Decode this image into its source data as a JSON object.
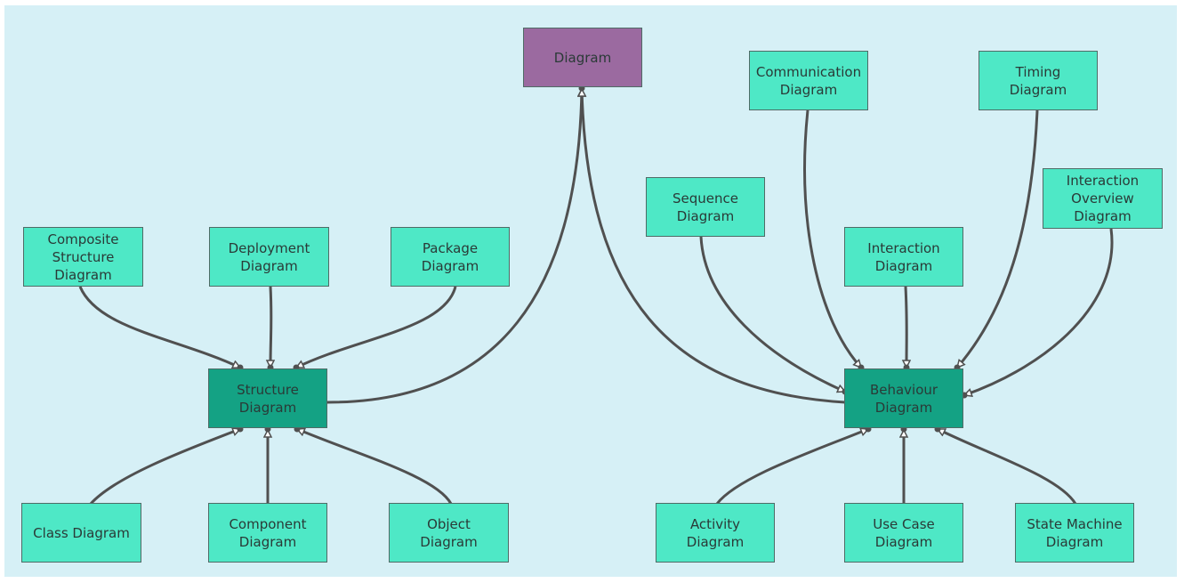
{
  "diagram": {
    "colors": {
      "background": "#d6f0f6",
      "leaf": "#4ee8c6",
      "category": "#14a284",
      "root": "#9b6aa0",
      "edge": "#505050"
    },
    "nodes": {
      "diagram": "Diagram",
      "structure": "Structure\nDiagram",
      "behaviour": "Behaviour\nDiagram",
      "composite": "Composite\nStructure\nDiagram",
      "deployment": "Deployment\nDiagram",
      "package": "Package\nDiagram",
      "class": "Class Diagram",
      "component": "Component\nDiagram",
      "object": "Object\nDiagram",
      "communication": "Communication\nDiagram",
      "timing": "Timing\nDiagram",
      "sequence": "Sequence\nDiagram",
      "interaction": "Interaction\nDiagram",
      "interaction_overview": "Interaction\nOverview\nDiagram",
      "activity": "Activity\nDiagram",
      "usecase": "Use Case\nDiagram",
      "statemachine": "State Machine\nDiagram"
    }
  }
}
